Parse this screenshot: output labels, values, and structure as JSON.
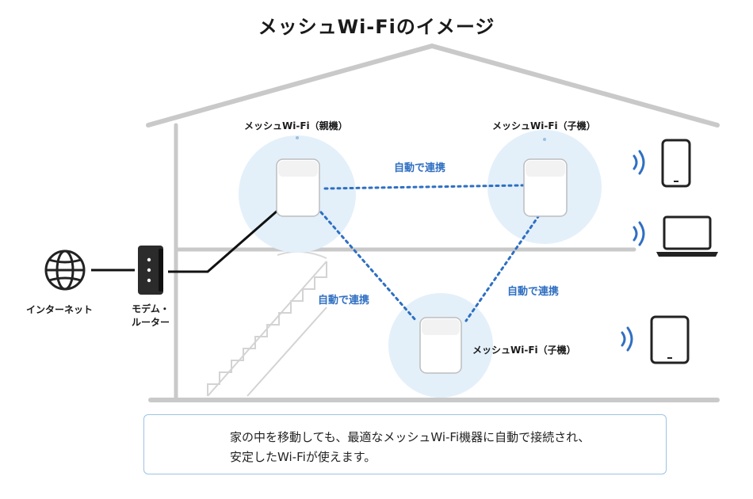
{
  "title": "メッシュWi-Fiのイメージ",
  "nodes": {
    "internet": {
      "label": "インターネット"
    },
    "modem": {
      "label_line1": "モデム・",
      "label_line2": "ルーター"
    },
    "parent": {
      "label": "メッシュWi-Fi（親機）"
    },
    "child_upper": {
      "label": "メッシュWi-Fi（子機）"
    },
    "child_lower": {
      "label": "メッシュWi-Fi（子機）"
    }
  },
  "links": {
    "top": "自動で連携",
    "left": "自動で連携",
    "right": "自動で連携"
  },
  "devices": [
    "smartphone-icon",
    "laptop-icon",
    "tablet-icon"
  ],
  "info": {
    "line1": "家の中を移動しても、最適なメッシュWi-Fi機器に自動で接続され、",
    "line2": "安定したWi-Fiが使えます。"
  },
  "colors": {
    "accent_blue": "#2f6fc2",
    "coverage": "#e3f0fa",
    "house_line": "#c9c9c9",
    "box_border": "#9ec3e6"
  }
}
